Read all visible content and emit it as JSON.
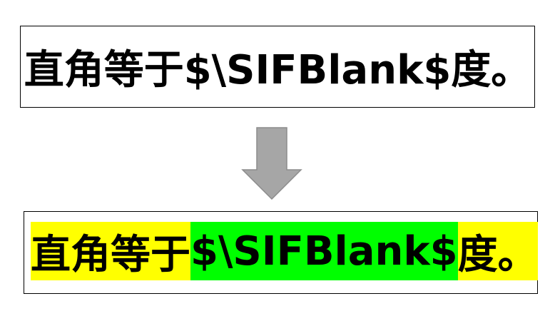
{
  "source": {
    "text": "直角等于$\\SIFBlank$度。"
  },
  "result": {
    "segments": [
      {
        "text": "直角等于",
        "highlight": "#ffff00"
      },
      {
        "text": "$\\SIFBlank$",
        "highlight": "#00ff00"
      },
      {
        "text": "度。",
        "highlight": "#ffff00"
      }
    ]
  },
  "arrow": {
    "icon": "down-arrow-icon",
    "fill": "#a6a6a6",
    "stroke": "#8c8c8c"
  }
}
